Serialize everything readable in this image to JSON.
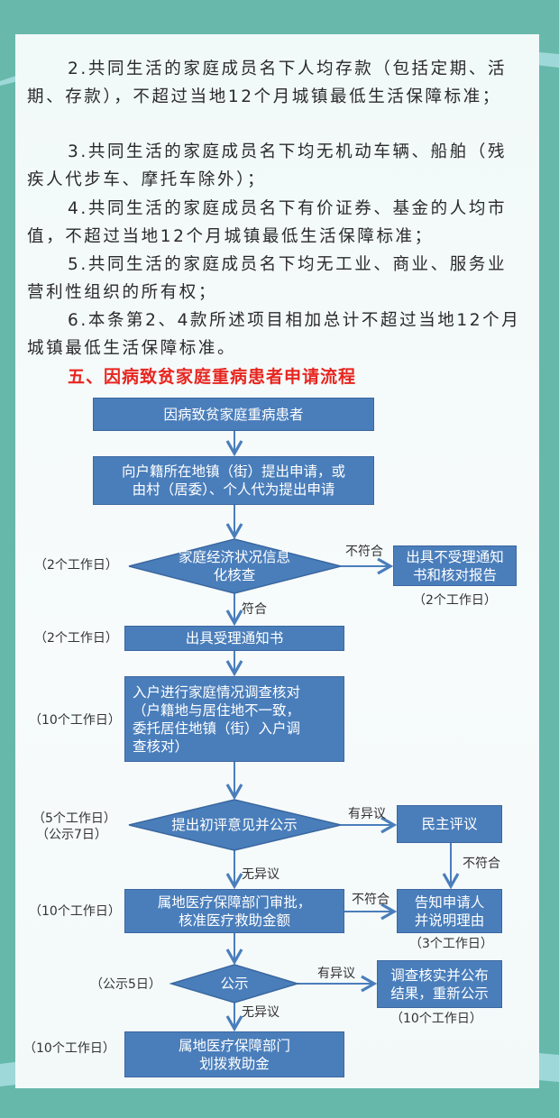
{
  "paragraphs": [
    "2.共同生活的家庭成员名下人均存款（包括定期、活期、存款），不超过当地12个月城镇最低生活保障标准；",
    "3.共同生活的家庭成员名下均无机动车辆、船舶（残疾人代步车、摩托车除外）；",
    "4.共同生活的家庭成员名下有价证券、基金的人均市值，不超过当地12个月城镇最低生活保障标准；",
    "5.共同生活的家庭成员名下均无工业、商业、服务业营利性组织的所有权；",
    "6.本条第2、4款所述项目相加总计不超过当地12个月城镇最低生活保障标准。"
  ],
  "heading": "五、因病致贫家庭重病患者申请流程",
  "flow": {
    "step1": "因病致贫家庭重病患者",
    "step2": "向户籍所在地镇（街）提出申请，或\n由村（居委）、个人代为提出申请",
    "check": "家庭经济状况信息\n化核查",
    "check_time": "（2个工作日）",
    "check_fail_label": "不符合",
    "check_fail_box": "出具不受理通知\n书和核对报告",
    "check_fail_time": "（2个工作日）",
    "check_pass_label": "符合",
    "accept": "出具受理通知书",
    "accept_time": "（2个工作日）",
    "survey": "入户进行家庭情况调查核对\n（户籍地与居住地不一致，\n委托居住地镇（街）入户调\n查核对）",
    "survey_time": "（10个工作日）",
    "publicize": "提出初评意见并公示",
    "publicize_time1": "（5个工作日）",
    "publicize_time2": "（公示7日）",
    "objection_label": "有异议",
    "democratic": "民主评议",
    "democratic_fail_label": "不符合",
    "no_objection_label": "无异议",
    "approve": "属地医疗保障部门审批，\n核准医疗救助金额",
    "approve_time": "（10个工作日）",
    "approve_fail_label": "不符合",
    "notify": "告知申请人\n并说明理由",
    "notify_time": "（3个工作日）",
    "public2": "公示",
    "public2_time": "（公示5日）",
    "public2_objection_label": "有异议",
    "recheck": "调查核实并公布\n结果，重新公示",
    "recheck_time": "（10个工作日）",
    "public2_no_objection_label": "无异议",
    "allocate": "属地医疗保障部门\n划拨救助金",
    "allocate_time": "（10个工作日）"
  },
  "colors": {
    "box": "#4a7ebb",
    "heading": "#e8251f",
    "background": "#66b8aa"
  }
}
